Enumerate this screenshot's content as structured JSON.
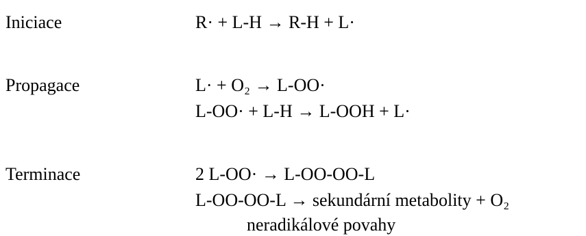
{
  "rows": [
    {
      "label": "Iniciace",
      "lines": [
        "R· + L-H → R-H + L·"
      ]
    },
    {
      "label": "Propagace",
      "lines": [
        "L· + O₂  → L-OO·",
        "L-OO· + L-H   →  L-OOH + L·"
      ]
    },
    {
      "label": "Terminace",
      "lines": [
        "2 L-OO· → L-OO-OO-L",
        "L-OO-OO-L → sekundární metabolity + O₂",
        "neradikálové povahy"
      ]
    }
  ]
}
